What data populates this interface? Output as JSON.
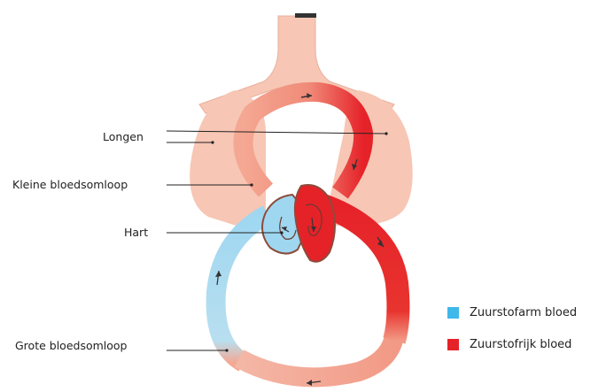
{
  "labels": {
    "lungs": "Longen",
    "pulmonary_circulation": "Kleine bloedsomloop",
    "heart": "Hart",
    "systemic_circulation": "Grote bloedsomloop"
  },
  "legend": [
    {
      "label": "Zuurstofarm bloed",
      "color": "#3fb8ea"
    },
    {
      "label": "Zuurstofrijk bloed",
      "color": "#e62229"
    }
  ],
  "colors": {
    "lung": "#f7c6b4",
    "trachea": "#f7c6b4",
    "deoxygenated": "#9fd7f1",
    "oxygenated": "#e62229",
    "mixed": "#f2a18d"
  }
}
